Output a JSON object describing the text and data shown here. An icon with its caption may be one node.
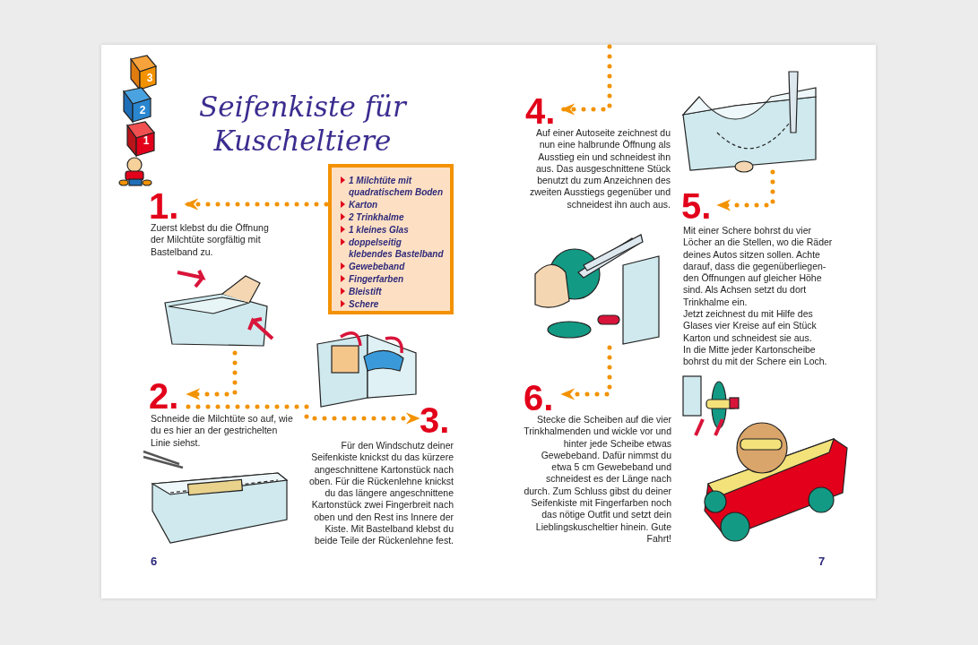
{
  "diagram": {
    "title": "Seifenkiste für Kuscheltiere",
    "nodes": [
      {
        "text": [
          "1 Milchtüte mit quadratischem Boden",
          "Karton",
          "2 Trinkhalme",
          "1 kleines Glas",
          "doppelseitig klebendes Bastelband",
          "Gewebeband",
          "Fingerfarben",
          "Bleistift",
          "Schere"
        ]
      },
      {
        "text": [
          "1."
        ],
        "beside": [
          "Zuerst klebst du die Öffnung der Milchtüte sorgfältig mit Bastelband zu."
        ]
      },
      {
        "text": [],
        "shape": "picture"
      },
      {
        "text": [
          "2."
        ],
        "beside": [
          "Schneide die Milchtüte so auf,  wie du es hier an der gestrichelten Linie siehst."
        ]
      },
      {
        "text": [
          "3."
        ],
        "beside": [
          "Für den Windschutz deiner Seifenkiste knickst du das kürzere angeschnittene Kartonstück nach oben. Für die Rückenlehne knickst du das längere angeschnittene Kartonstück zwei Fingerbreit nach oben und den Rest ins Innere der Kiste. Mit Bastelband klebst du beide Teile der Rückenlehne fest."
        ]
      },
      {
        "text": [
          "4."
        ],
        "beside": [
          "Auf einer Autoseite zeichnest du nun eine halbrunde Öffnung als Ausstieg ein und schneidest ihn aus. Das ausgeschnittene Stück benutzt du zum Anzeichnen des zweiten Ausstiegs gegenüber und schneidest ihn auch aus."
        ]
      },
      {
        "text": [],
        "shape": "picture"
      },
      {
        "text": [
          "5."
        ],
        "beside": [
          "Mit einer Schere bohrst du vier Löcher an die Stellen, wo die Räder deines Autos sitzen sollen. Achte darauf, dass die gegenüberliegen-den Öffnungen auf gleicher Höhe sind. Als Achsen setzt du dort Trinkhalme ein.",
          "Jetzt zeichnest du mit Hilfe des Glases vier Kreise auf ein Stück Karton und schneidest sie aus.",
          "In die Mitte jeder Kartonscheibe bohrst du mit der Schere ein Loch."
        ]
      },
      {
        "text": [],
        "shape": "picture"
      },
      {
        "text": [
          "6."
        ],
        "beside": [
          "Stecke die Scheiben auf die vier Trinkhalmenden und wickle vor und hinter jede Scheibe etwas Gewebeband. Dafür nimmst du etwa 5 cm Gewebeband und schneidest es der Länge nach durch. Zum Schluss gibst du deiner Seifenkiste mit Fingerfarben noch das nötige Outfit und setzt dein Lieblingskuscheltier hinein. Gute Fahrt!"
        ]
      }
    ],
    "edges": [
      {
        "from": 0,
        "to": 1,
        "arrow": "to"
      },
      {
        "from": 2,
        "to": 3,
        "arrow": "to"
      },
      {
        "from": 3,
        "to": 4,
        "arrow": "to"
      },
      {
        "from": null,
        "to": 5,
        "arrow": "to"
      },
      {
        "from": 6,
        "to": 7,
        "arrow": "to"
      },
      {
        "from": 8,
        "to": 9,
        "arrow": "to"
      }
    ],
    "labels": [
      "3",
      "2",
      "1",
      "6",
      "7"
    ]
  }
}
